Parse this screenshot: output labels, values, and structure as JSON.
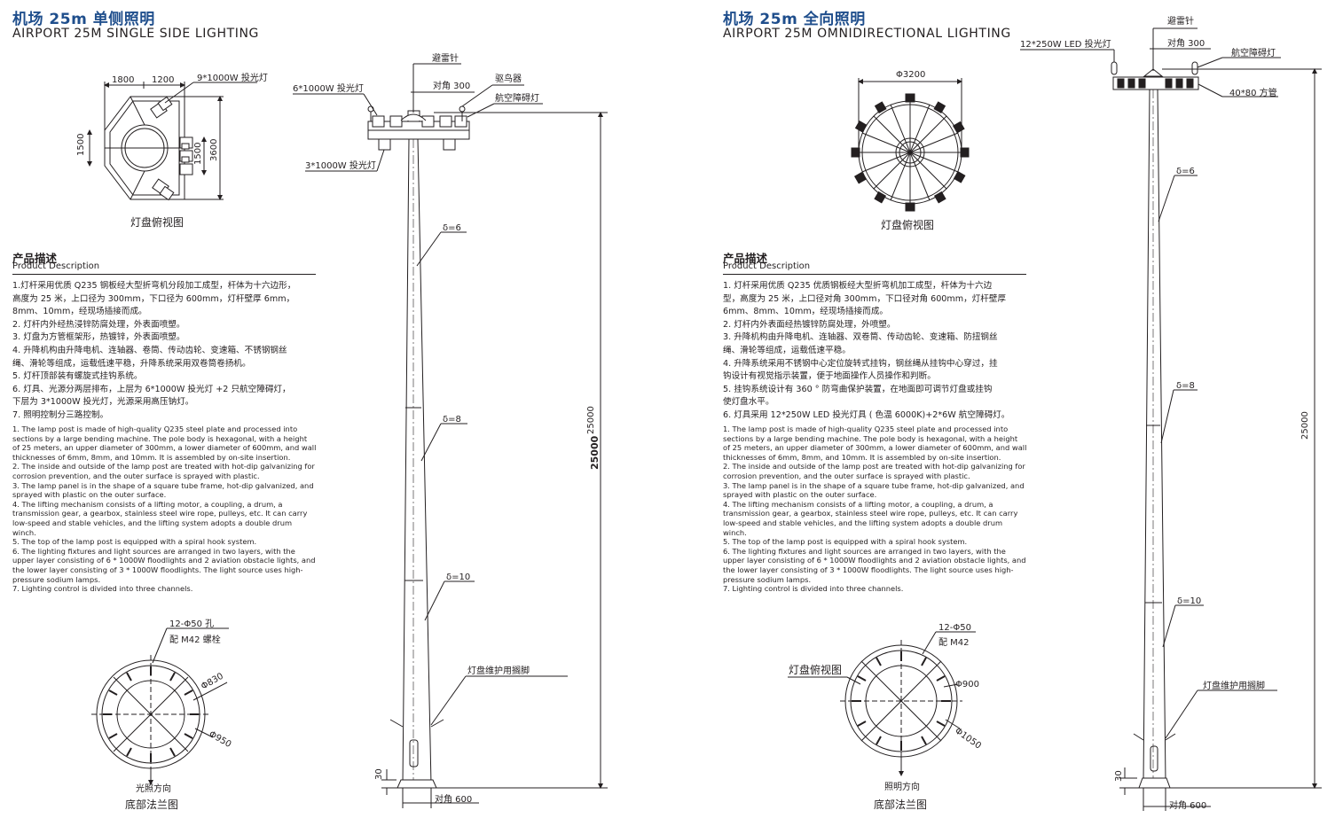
{
  "left": {
    "title_cn": "机场 25m 单侧照明",
    "title_en": "AIRPORT 25M SINGLE SIDE LIGHTING",
    "top_view": {
      "caption": "灯盘俯视图",
      "dim_a": "1800",
      "dim_b": "1200",
      "dim_h_left": "1500",
      "dim_h_mid": "1500",
      "dim_h_right": "3600",
      "floodlight_label": "9*1000W 投光灯"
    },
    "section_cn": "产品描述",
    "section_en": "Product Description",
    "desc_cn": [
      "1.灯杆采用优质 Q235 钢板经大型折弯机分段加工成型，杆体为十六边形，",
      "高度为 25 米，上口径为 300mm，下口径为 600mm，灯杆壁厚 6mm，",
      "8mm、10mm，经现场插接而成。",
      "2. 灯杆内外经热浸锌防腐处理，外表面喷塑。",
      "3. 灯盘为方管框架形，热镀锌，外表面喷塑。",
      "4. 升降机构由升降电机、连轴器、卷筒、传动齿轮、变速箱、不锈钢钢丝",
      "绳、滑轮等组成，运载低速平稳，升降系统采用双卷筒卷扬机。",
      "5. 灯杆顶部装有螺旋式挂钩系统。",
      "6. 灯具、光源分两层排布，上层为 6*1000W 投光灯 +2 只航空障碍灯，",
      "下层为 3*1000W 投光灯，光源采用高压钠灯。",
      "7. 照明控制分三路控制。"
    ],
    "desc_en": [
      "1. The lamp post is made of high-quality Q235 steel plate and processed into",
      "sections by a large bending machine. The pole body is hexagonal, with a height",
      "of 25 meters, an upper diameter of 300mm, a lower diameter of 600mm, and wall",
      "thicknesses of 6mm, 8mm, and 10mm. It is assembled by on-site insertion.",
      "2. The inside and outside of the lamp post are treated with hot-dip galvanizing for",
      "corrosion prevention, and the outer surface is sprayed with plastic.",
      "3. The lamp panel is in the shape of a square tube frame, hot-dip galvanized, and",
      "sprayed with plastic on the outer surface.",
      "4. The lifting mechanism consists of a lifting motor, a coupling, a drum, a",
      "transmission gear, a gearbox, stainless steel wire rope, pulleys, etc. It can carry",
      "low-speed and stable vehicles, and the lifting system adopts a double drum",
      "winch.",
      "5. The top of the lamp post is equipped with a spiral hook system.",
      "6. The lighting fixtures and light sources are arranged in two layers, with the",
      "upper layer consisting of 6 * 1000W floodlights and 2 aviation obstacle lights, and",
      "the lower layer consisting of 3 * 1000W floodlights. The light source uses high-",
      "pressure sodium lamps.",
      "7. Lighting control is divided into three channels."
    ],
    "flange": {
      "caption": "底部法兰图",
      "holes": "12-Φ50 孔",
      "bolt": "配 M42 螺栓",
      "d1": "Φ830",
      "d2": "Φ950",
      "direction": "光照方向"
    },
    "pole": {
      "lightning_rod": "避雷针",
      "bird_repeller": "驱鸟器",
      "obstacle_light": "航空障碍灯",
      "diag_top": "对角 300",
      "upper_flood": "6*1000W 投光灯",
      "lower_flood": "3*1000W 投光灯",
      "t6": "δ=6",
      "t8": "δ=8",
      "t10": "δ=10",
      "maint": "灯盘维护用搁脚",
      "height": "25000",
      "height_small": "25000",
      "base_h": "30",
      "diag_bottom": "对角 600"
    }
  },
  "right": {
    "title_cn": "机场 25m 全向照明",
    "title_en": "AIRPORT 25M OMNIDIRECTIONAL LIGHTING",
    "top_view": {
      "caption": "灯盘俯视图",
      "dim": "Φ3200"
    },
    "section_cn": "产品描述",
    "section_en": "Product Description",
    "desc_cn": [
      "1. 灯杆采用优质 Q235 优质钢板经大型折弯机加工成型，杆体为十六边",
      "型，高度为 25 米，上口径对角 300mm，下口径对角 600mm，灯杆壁厚",
      "6mm、8mm、10mm，经现场插接而成。",
      "2. 灯杆内外表面经热镀锌防腐处理，外喷塑。",
      "3. 升降机构由升降电机、连轴器、双卷筒、传动齿轮、变速箱、防扭钢丝",
      "绳、滑轮等组成，运载低速平稳。",
      "4. 升降系统采用不锈钢中心定位旋转式挂钩，钢丝绳从挂钩中心穿过，挂",
      "钩设计有视觉指示装置，便于地面操作人员操作和判断。",
      "5. 挂钩系统设计有 360 ° 防弯曲保护装置，在地面即可调节灯盘或挂钩",
      "使灯盘水平。",
      "6. 灯具采用 12*250W LED 投光灯具 ( 色温 6000K)+2*6W 航空障碍灯。"
    ],
    "desc_en": [
      "1. The lamp post is made of high-quality Q235 steel plate and processed into",
      "sections by a large bending machine. The pole body is hexagonal, with a height",
      "of 25 meters, an upper diameter of 300mm, a lower diameter of 600mm, and wall",
      "thicknesses of 6mm, 8mm, and 10mm. It is assembled by on-site insertion.",
      "2. The inside and outside of the lamp post are treated with hot-dip galvanizing for",
      "corrosion prevention, and the outer surface is sprayed with plastic.",
      "3. The lamp panel is in the shape of a square tube frame, hot-dip galvanized, and",
      "sprayed with plastic on the outer surface.",
      "4. The lifting mechanism consists of a lifting motor, a coupling, a drum, a",
      "transmission gear, a gearbox, stainless steel wire rope, pulleys, etc. It can carry",
      "low-speed and stable vehicles, and the lifting system adopts a double drum",
      "winch.",
      "5. The top of the lamp post is equipped with a spiral hook system.",
      "6. The lighting fixtures and light sources are arranged in two layers, with the",
      "upper layer consisting of 6 * 1000W floodlights and 2 aviation obstacle lights, and",
      "the lower layer consisting of 3 * 1000W floodlights. The light source uses high-",
      "pressure sodium lamps.",
      "7. Lighting control is divided into three channels."
    ],
    "flange": {
      "caption": "底部法兰图",
      "top_label": "灯盘俯视图",
      "holes": "12-Φ50",
      "bolt": "配 M42",
      "d1": "Φ900",
      "d2": "Φ1050",
      "direction": "照明方向"
    },
    "pole": {
      "lightning_rod": "避雷针",
      "diag_top": "对角 300",
      "led_flood": "12*250W LED 投光灯",
      "obstacle_light": "航空障碍灯",
      "square_tube": "40*80 方管",
      "t6": "δ=6",
      "t8": "δ=8",
      "t10": "δ=10",
      "maint": "灯盘维护用搁脚",
      "height": "25000",
      "base_h": "30",
      "diag_bottom": "对角 600"
    }
  },
  "colors": {
    "title": "#1f4e8c",
    "ink": "#231f20"
  }
}
